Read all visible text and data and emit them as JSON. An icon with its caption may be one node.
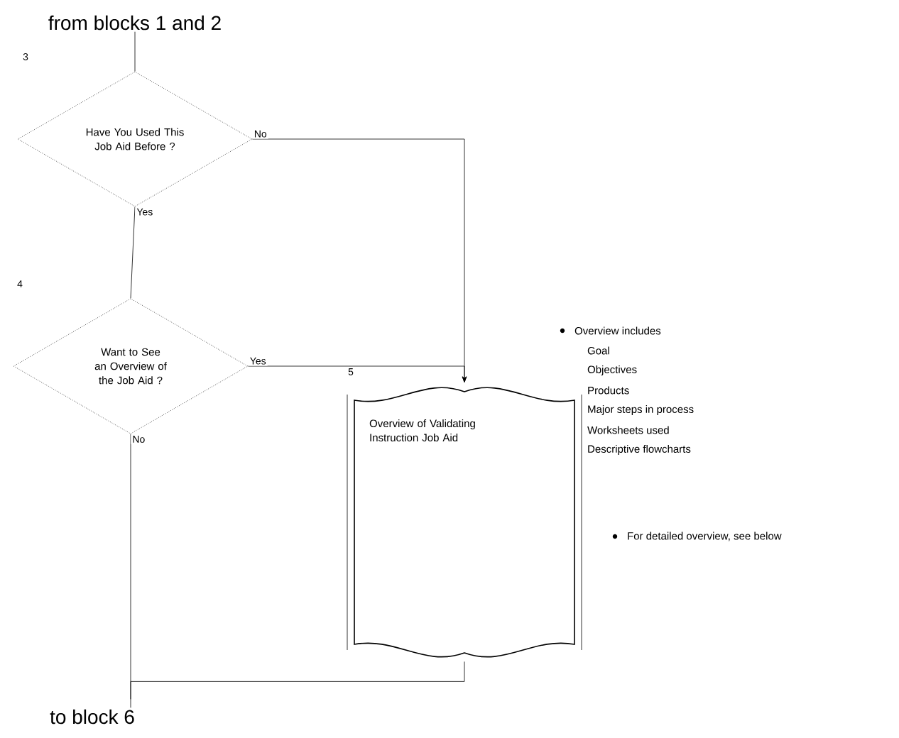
{
  "diagram": {
    "nodes": [
      {
        "text": [
          "from blocks 1 and 2"
        ]
      },
      {
        "text": [
          "Have You Used This Job Aid Before ?"
        ],
        "beside": [
          "3"
        ]
      },
      {
        "text": [
          "Want to See an Overview of the Job Aid ?"
        ],
        "beside": [
          "4"
        ]
      },
      {
        "text": [
          "Overview of Validating Instruction Job Aid"
        ],
        "beside": [
          "5"
        ]
      },
      {
        "text": [
          "to block 6"
        ]
      }
    ],
    "edges": [
      {
        "from": 0,
        "to": 1,
        "arrow": "none"
      },
      {
        "from": 1,
        "to": 3,
        "label": "No",
        "arrow": "to"
      },
      {
        "from": 1,
        "to": 2,
        "label": "Yes",
        "arrow": "none"
      },
      {
        "from": 2,
        "to": 3,
        "label": "Yes",
        "arrow": "to"
      },
      {
        "from": 2,
        "to": 4,
        "label": "No",
        "arrow": "none"
      },
      {
        "from": 3,
        "to": 4,
        "arrow": "none"
      }
    ],
    "labels": [
      "Overview includes",
      "Goal",
      "Objectives",
      "Products",
      "Major steps in process",
      "Worksheets used",
      "Descriptive flowcharts",
      "For detailed overview, see below"
    ]
  }
}
